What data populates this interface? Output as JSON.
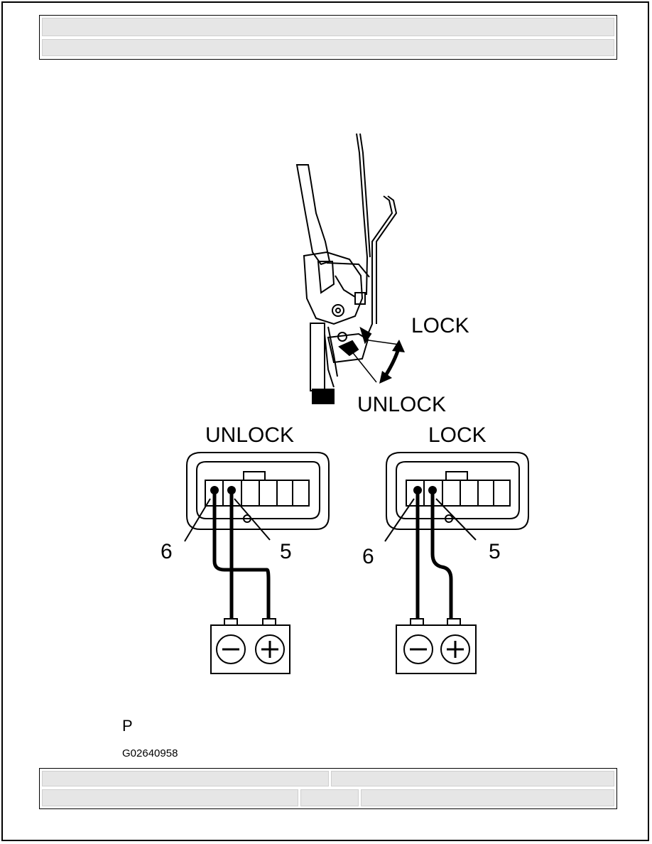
{
  "header": {
    "row1_text": "",
    "row2_text": ""
  },
  "diagram": {
    "top_labels": {
      "lock": "LOCK",
      "unlock": "UNLOCK"
    },
    "connectors": [
      {
        "state_label": "UNLOCK",
        "pin_left": "6",
        "pin_right": "5",
        "minus_symbol": "−",
        "plus_symbol": "+"
      },
      {
        "state_label": "LOCK",
        "pin_left": "6",
        "pin_right": "5",
        "minus_symbol": "−",
        "plus_symbol": "+"
      }
    ]
  },
  "caption": "P",
  "figure_id": "G02640958",
  "footer": {
    "cell1": "",
    "cell2": "",
    "cell3": "",
    "cell4": "",
    "cell5": ""
  },
  "colors": {
    "line": "#000000",
    "header_fill": "#e6e6e6",
    "background": "#ffffff"
  }
}
